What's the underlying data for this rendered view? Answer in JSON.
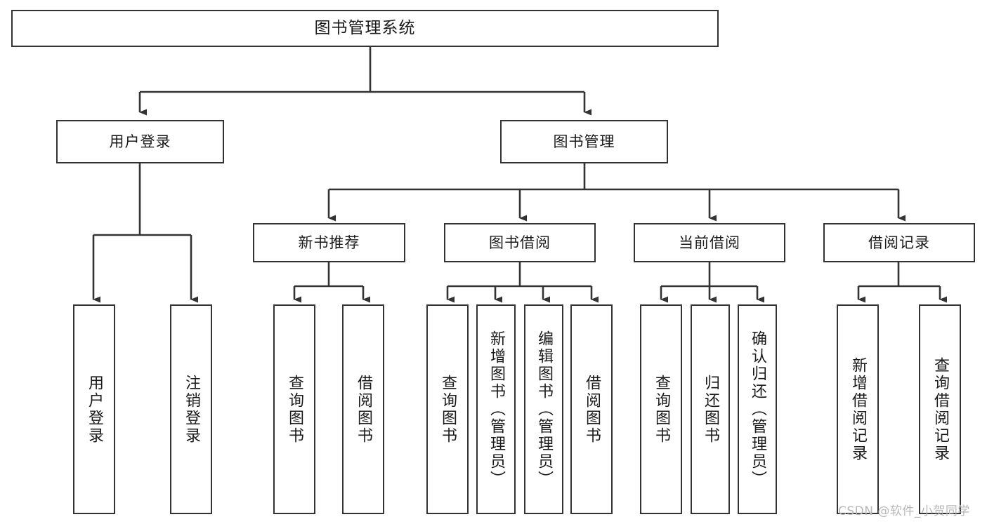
{
  "diagram": {
    "title": "图书管理系统",
    "type": "functional-structure-tree",
    "colors": {
      "box_border": "#333333",
      "box_fill": "#ffffff",
      "connector": "#333333",
      "text": "#1a1a1a",
      "watermark": "#b8b8b8",
      "background": "#ffffff"
    },
    "root": {
      "label": "图书管理系统"
    },
    "level1": [
      {
        "label": "用户登录"
      },
      {
        "label": "图书管理"
      }
    ],
    "level2": [
      {
        "label": "新书推荐"
      },
      {
        "label": "图书借阅"
      },
      {
        "label": "当前借阅"
      },
      {
        "label": "借阅记录"
      }
    ],
    "leaves": {
      "user_login": [
        {
          "label": "用户登录"
        },
        {
          "label": "注销登录"
        }
      ],
      "new_book_recommend": [
        {
          "label": "查询图书"
        },
        {
          "label": "借阅图书"
        }
      ],
      "book_borrow": [
        {
          "label": "查询图书"
        },
        {
          "label": "新增图书（管理员）"
        },
        {
          "label": "编辑图书（管理员）"
        },
        {
          "label": "借阅图书"
        }
      ],
      "current_borrow": [
        {
          "label": "查询图书"
        },
        {
          "label": "归还图书"
        },
        {
          "label": "确认归还（管理员）"
        }
      ],
      "borrow_record": [
        {
          "label": "新增借阅记录"
        },
        {
          "label": "查询借阅记录"
        }
      ]
    },
    "watermark": "CSDN @软件_小贺同学"
  }
}
